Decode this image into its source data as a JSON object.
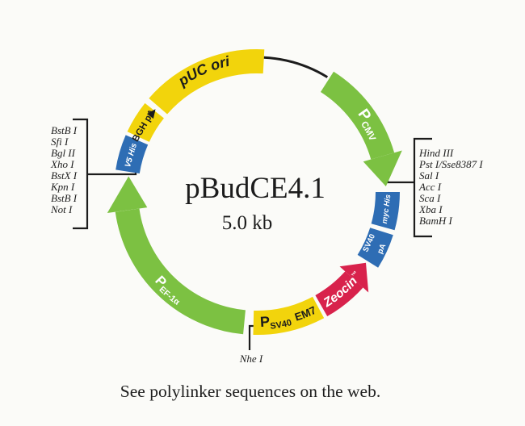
{
  "title": {
    "name": "pBudCE4.1",
    "size": "5.0 kb"
  },
  "caption": "See polylinker sequences on the web.",
  "colors": {
    "yellow": "#f2d40c",
    "green": "#7cc142",
    "blue": "#2e6db4",
    "red": "#d8224c",
    "line": "#1c1c1c",
    "white_text": "#ffffff"
  },
  "features": {
    "puc_ori": "pUC ori",
    "pcmv_p": "P",
    "pcmv_sub": "CMV",
    "pef_p": "P",
    "pef_sub": "EF-1α",
    "psv40_p": "P",
    "psv40_sub": "SV40",
    "em7": "EM7",
    "zeocin": "Zeocin",
    "zeocin_tm": "™",
    "bgh_pa": "BGH pA",
    "v5_his": "V5 His",
    "myc_his": "myc His",
    "sv40_pa_line1": "SV40",
    "sv40_pa_line2": "pA"
  },
  "sites": {
    "left": [
      "BstB I",
      "Sfi I",
      "Bgl II",
      "Xho I",
      "BstX I",
      "Kpn I",
      "BstB I",
      "Not I"
    ],
    "right": [
      "Hind III",
      "Pst I/Sse8387 I",
      "Sal I",
      "Acc I",
      "Sca I",
      "Xba I",
      "BamH I"
    ],
    "bottom": "Nhe I"
  }
}
